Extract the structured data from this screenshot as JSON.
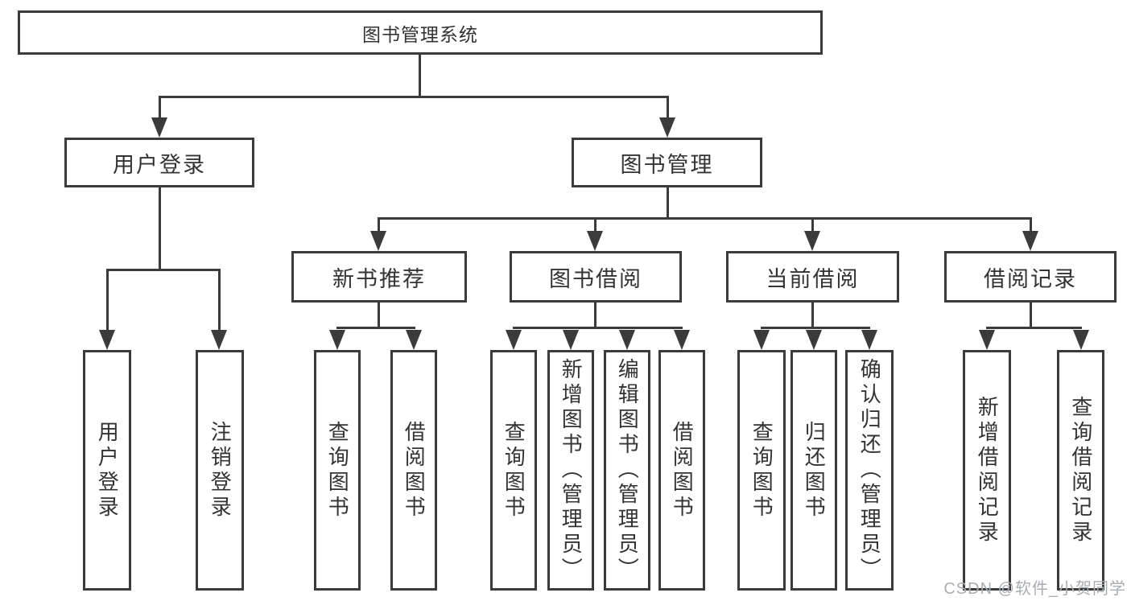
{
  "diagram": {
    "root": {
      "label": "图书管理系统"
    },
    "level1": [
      {
        "label": "用户登录"
      },
      {
        "label": "图书管理"
      }
    ],
    "user_login_children": [
      {
        "label": "用户登录"
      },
      {
        "label": "注销登录"
      }
    ],
    "level2": [
      {
        "label": "新书推荐"
      },
      {
        "label": "图书借阅"
      },
      {
        "label": "当前借阅"
      },
      {
        "label": "借阅记录"
      }
    ],
    "new_book_children": [
      {
        "label": "查询图书"
      },
      {
        "label": "借阅图书"
      }
    ],
    "book_borrow_children": [
      {
        "label": "查询图书"
      },
      {
        "label": "新增图书（管理员）"
      },
      {
        "label": "编辑图书（管理员）"
      },
      {
        "label": "借阅图书"
      }
    ],
    "current_borrow_children": [
      {
        "label": "查询图书"
      },
      {
        "label": "归还图书"
      },
      {
        "label": "确认归还（管理员）"
      }
    ],
    "record_children": [
      {
        "label": "新增借阅记录"
      },
      {
        "label": "查询借阅记录"
      }
    ]
  },
  "watermark": {
    "text": "CSDN @软件_小贺同学"
  },
  "colors": {
    "line": "#3b3b3b",
    "text": "#333333",
    "background": "#ffffff",
    "watermark": "#a9adb2"
  }
}
